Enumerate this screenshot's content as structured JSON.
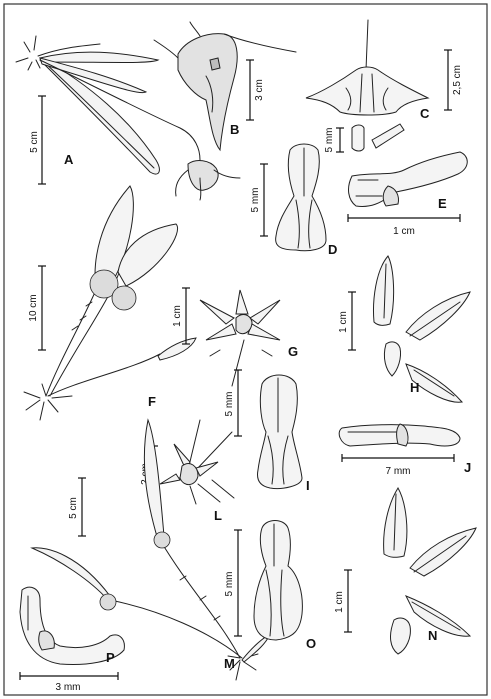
{
  "plate": {
    "figures": [
      {
        "id": "A",
        "label": "A"
      },
      {
        "id": "B",
        "label": "B"
      },
      {
        "id": "C",
        "label": "C"
      },
      {
        "id": "D",
        "label": "D"
      },
      {
        "id": "E",
        "label": "E"
      },
      {
        "id": "F",
        "label": "F"
      },
      {
        "id": "G",
        "label": "G"
      },
      {
        "id": "H",
        "label": "H"
      },
      {
        "id": "I",
        "label": "I"
      },
      {
        "id": "J",
        "label": "J"
      },
      {
        "id": "L",
        "label": "L"
      },
      {
        "id": "M",
        "label": "M"
      },
      {
        "id": "N",
        "label": "N"
      },
      {
        "id": "O",
        "label": "O"
      },
      {
        "id": "P",
        "label": "P"
      }
    ],
    "scale_bars": {
      "a": "5 cm",
      "b": "3 cm",
      "c": "2,5 cm",
      "e_small": "5 mm",
      "e": "1 cm",
      "d": "5 mm",
      "f": "10 cm",
      "g": "1 cm",
      "h": "1 cm",
      "i": "5 mm",
      "j": "7 mm",
      "m": "2 cm",
      "l": "5 cm",
      "o": "5 mm",
      "n": "1 cm",
      "p": "3 mm"
    }
  }
}
